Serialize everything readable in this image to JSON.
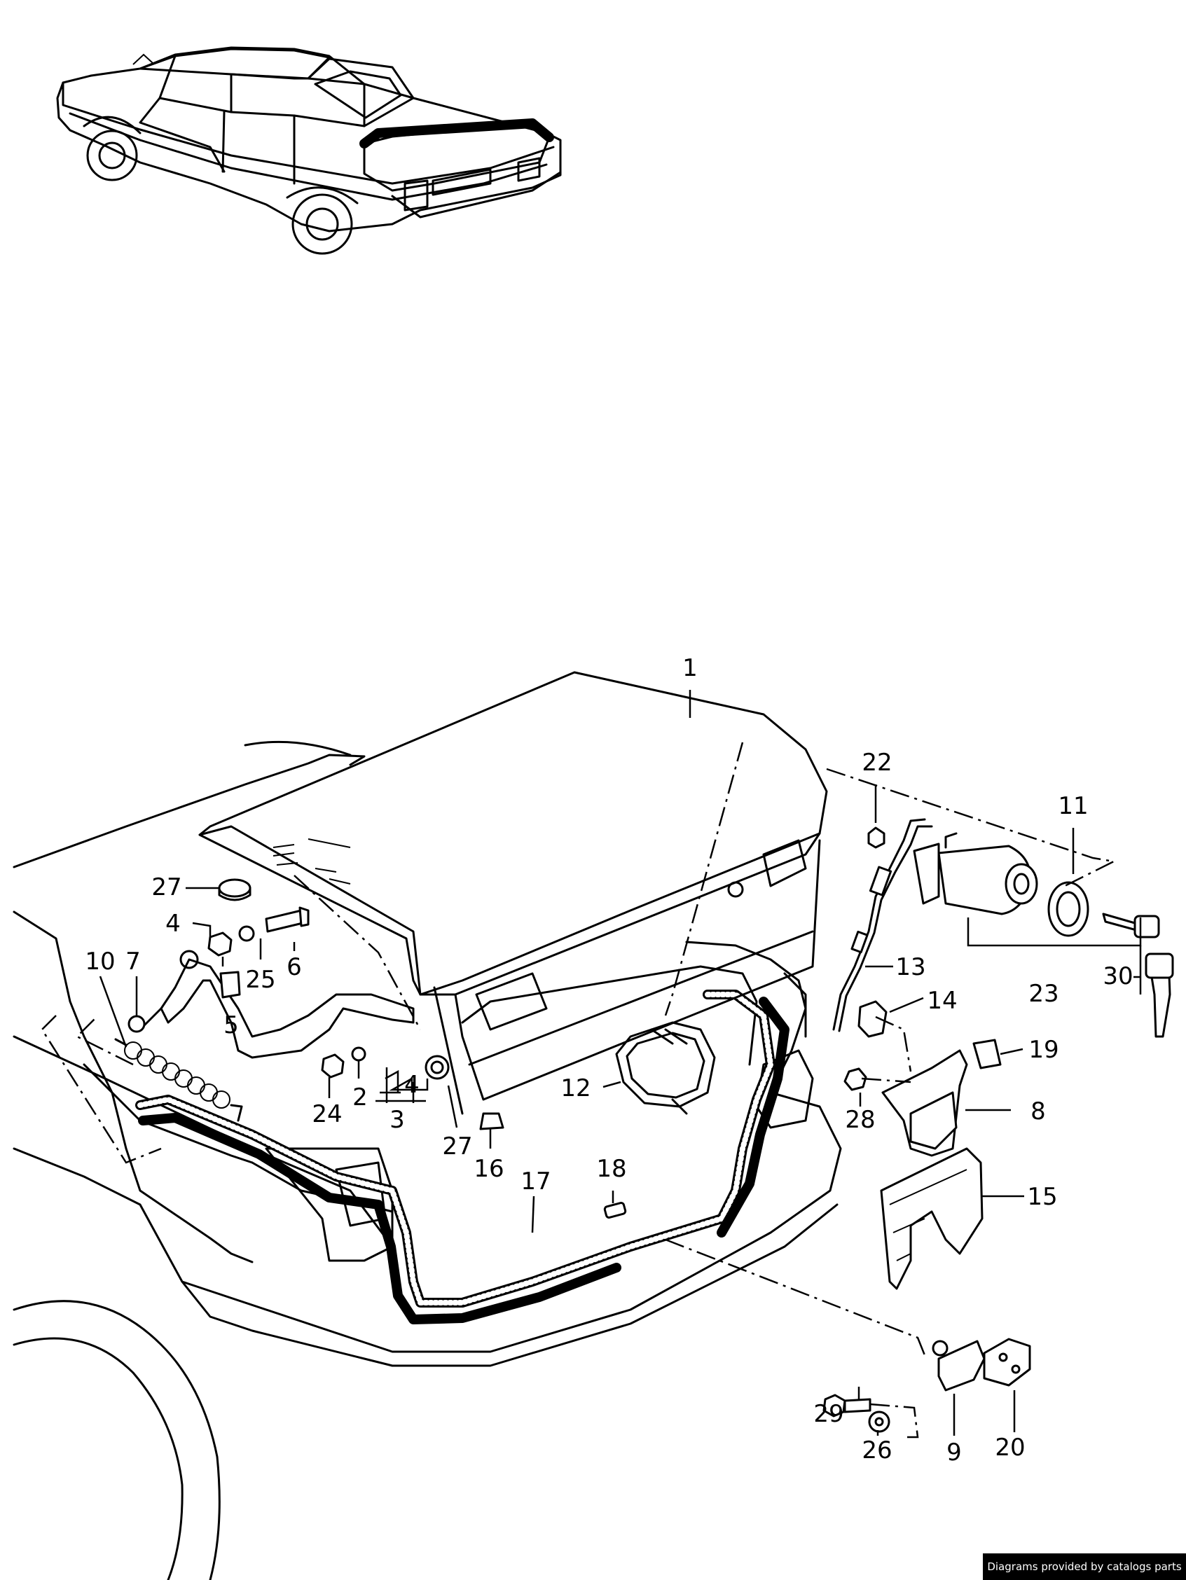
{
  "callouts": {
    "c1": "1",
    "c2": "2",
    "c3": "3",
    "c4a": "4",
    "c4b": "4",
    "c5": "5",
    "c6": "6",
    "c7": "7",
    "c8": "8",
    "c9": "9",
    "c10": "10",
    "c11": "11",
    "c12": "12",
    "c13": "13",
    "c14": "14",
    "c15": "15",
    "c16": "16",
    "c17": "17",
    "c18": "18",
    "c19": "19",
    "c20": "20",
    "c22": "22",
    "c23": "23",
    "c24": "24",
    "c25": "25",
    "c26": "26",
    "c27a": "27",
    "c27b": "27",
    "c28": "28",
    "c29": "29",
    "c30": "30"
  },
  "footer": {
    "credit": "Diagrams provided by catalogs parts"
  }
}
